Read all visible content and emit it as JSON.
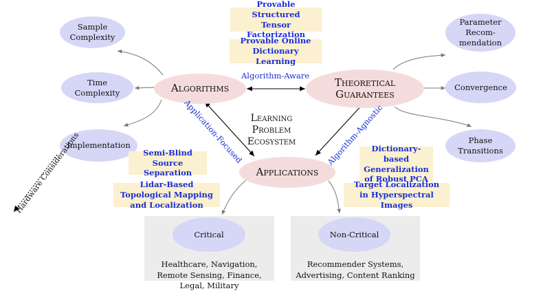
{
  "diagram": {
    "title": "Learning Problem Ecosystem",
    "main_nodes": {
      "algorithms": "Algorithms",
      "guarantees": "Theoretical Guarantees",
      "applications": "Applications"
    },
    "algorithm_outputs": {
      "sample_complexity": "Sample Complexity",
      "time_complexity": "Time Complexity",
      "implementation": "Implementation"
    },
    "guarantee_outputs": {
      "parameter_recommendation": "Parameter Recom-mendation",
      "convergence": "Convergence",
      "phase_transitions": "Phase Transitions"
    },
    "edge_labels": {
      "algorithm_aware": "Algorithm-Aware",
      "application_focused": "Application-Focused",
      "algorithm_agnostic": "Algorithm-Agnostic"
    },
    "hardware_label": "Hardware Considerations",
    "works": {
      "tensor_factorization": "Provable Structured Tensor Factorization",
      "dictionary_learning": "Provable Online Dictionary Learning",
      "source_separation": "Semi-Blind Source Separation",
      "lidar_mapping": "Lidar-Based Topological Mapping and Localization",
      "robust_pca": "Dictionary-based Generalization of Robust PCA",
      "target_localization": "Target Localization in Hyperspectral Images"
    },
    "groups": {
      "critical": {
        "label": "Critical",
        "examples": "Healthcare, Navigation, Remote Sensing, Finance, Legal, Military"
      },
      "non_critical": {
        "label": "Non-Critical",
        "examples": "Recommender Systems, Advertising, Content Ranking"
      }
    },
    "colors": {
      "main_node": "#f5dcdc",
      "output_node": "#d6d6f6",
      "work_box": "#fbf0cf",
      "group_panel": "#ececec",
      "label_text": "#1a2fd6"
    }
  }
}
